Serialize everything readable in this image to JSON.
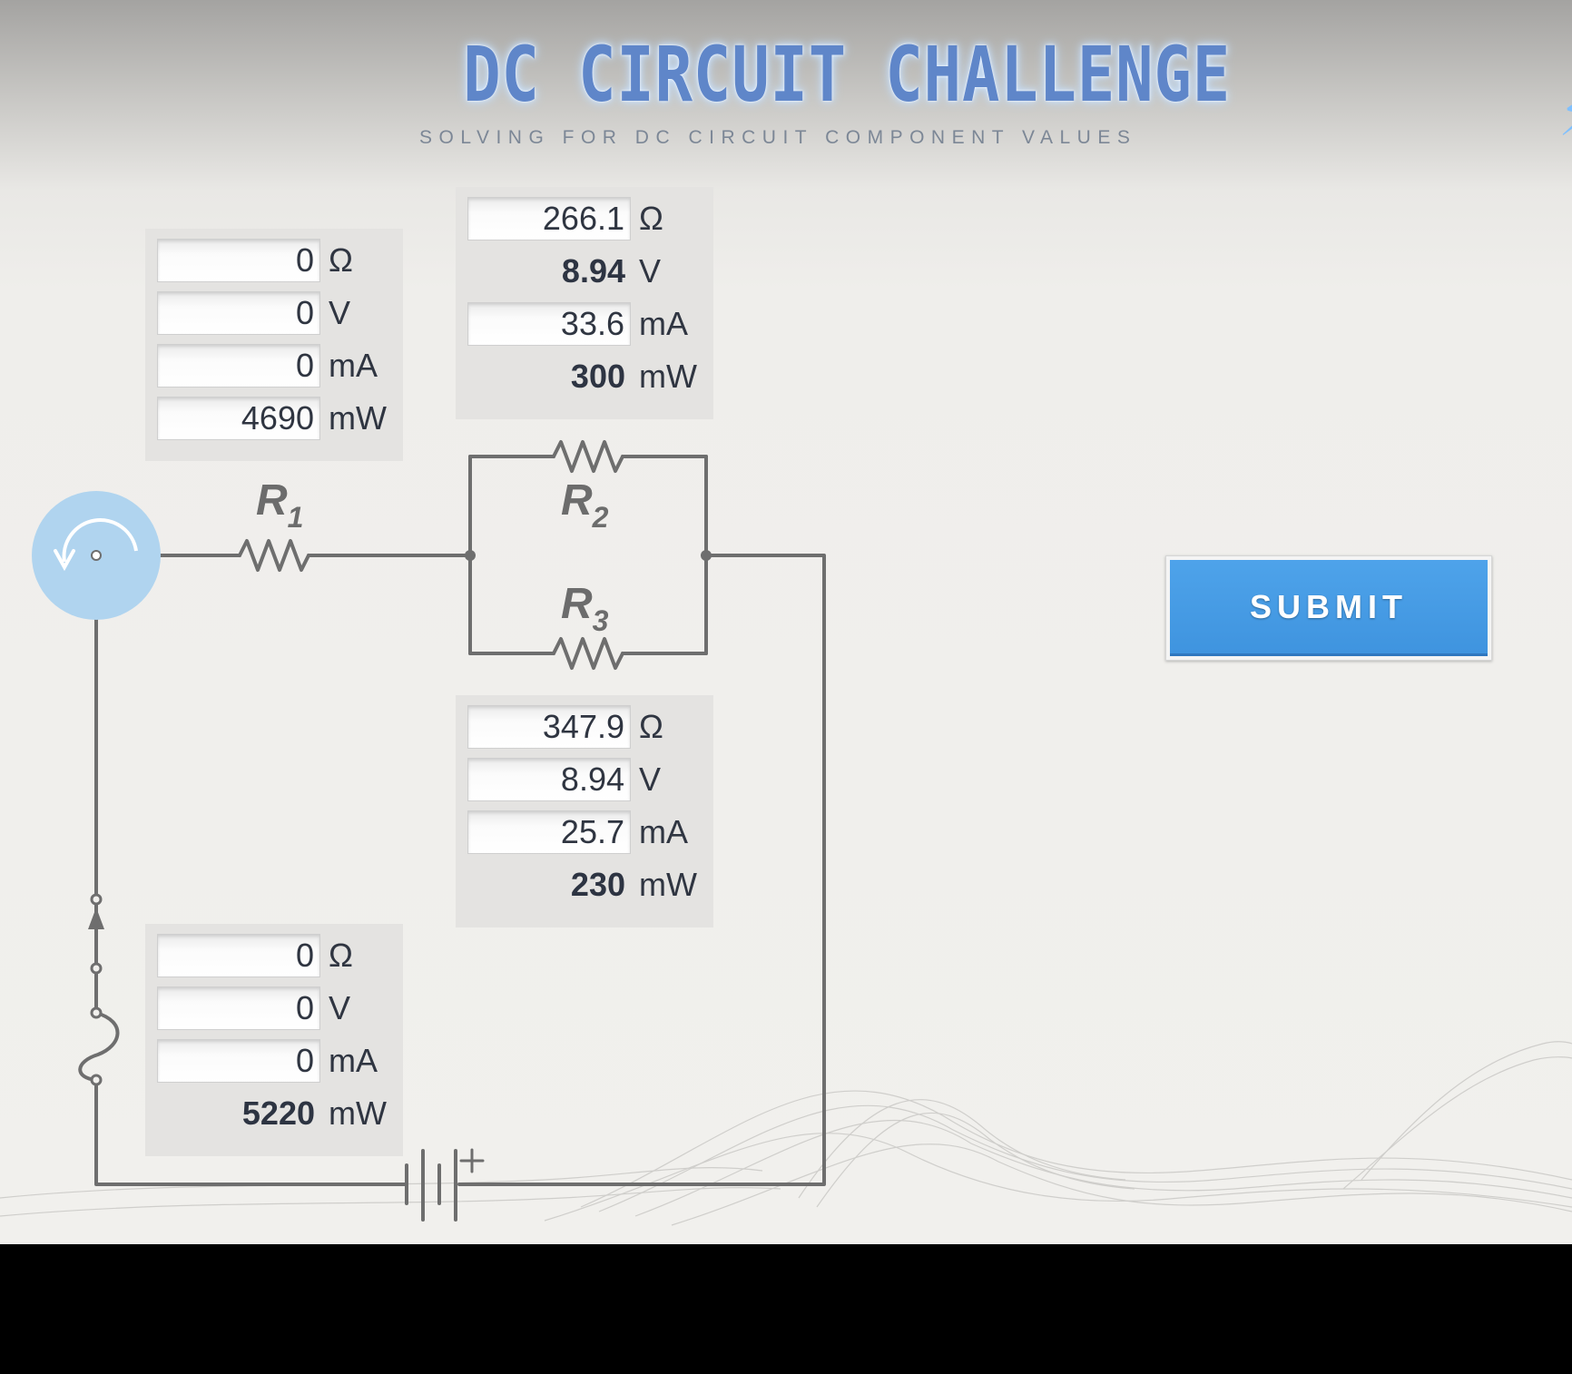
{
  "header": {
    "title": "DC CIRCUIT CHALLENGE",
    "subtitle": "SOLVING FOR DC CIRCUIT COMPONENT VALUES"
  },
  "components": {
    "r1": {
      "label": "R",
      "label_sub": "1",
      "resistance": "0",
      "resistance_unit": "Ω",
      "voltage": "0",
      "voltage_unit": "V",
      "current": "0",
      "current_unit": "mA",
      "power": "4690",
      "power_unit": "mW"
    },
    "r2": {
      "label": "R",
      "label_sub": "2",
      "resistance": "266.1",
      "resistance_unit": "Ω",
      "voltage": "8.94",
      "voltage_unit": "V",
      "current": "33.6",
      "current_unit": "mA",
      "power": "300",
      "power_unit": "mW"
    },
    "r3": {
      "label": "R",
      "label_sub": "3",
      "resistance": "347.9",
      "resistance_unit": "Ω",
      "voltage": "8.94",
      "voltage_unit": "V",
      "current": "25.7",
      "current_unit": "mA",
      "power": "230",
      "power_unit": "mW"
    },
    "source": {
      "resistance": "0",
      "resistance_unit": "Ω",
      "voltage": "0",
      "voltage_unit": "V",
      "current": "0",
      "current_unit": "mA",
      "power": "5220",
      "power_unit": "mW"
    }
  },
  "battery": {
    "polarity_label": "+"
  },
  "submit": {
    "label": "SUBMIT"
  },
  "colors": {
    "accent": "#4a9fe6",
    "wire": "#6e6e6e",
    "knob": "#b0d4ef",
    "title": "#5f86c9"
  },
  "icons": {
    "reset": "rotate-ccw-icon",
    "battery": "battery-icon",
    "fuse": "fuse-icon",
    "switch": "switch-icon",
    "brand": "lightning-bolt-icon"
  }
}
